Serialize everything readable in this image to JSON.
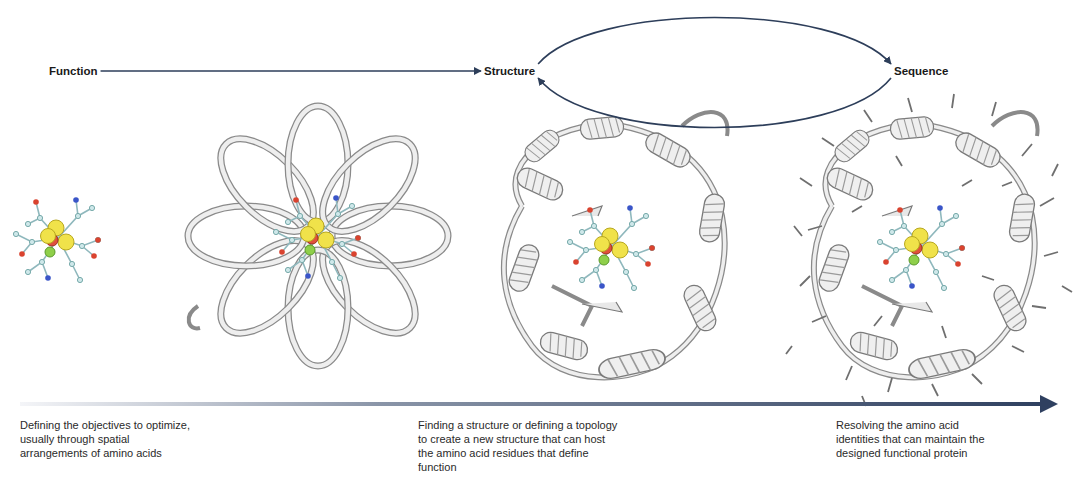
{
  "diagram": {
    "nodes": [
      {
        "text": [
          "Function"
        ]
      },
      {
        "text": [
          "Structure"
        ]
      },
      {
        "text": [
          "Sequence"
        ]
      }
    ],
    "edges": [
      {
        "from": 0,
        "to": 1,
        "arrow": "to"
      },
      {
        "from": 1,
        "to": 2,
        "arrow": "to"
      },
      {
        "from": 2,
        "to": 1,
        "arrow": "to"
      }
    ],
    "labels": [
      "Defining the objectives to optimize, usually through spatial arrangements of amino acids",
      "Finding a structure or defining a topology to create a new structure that can host the amino acid residues that define function",
      "Resolving the amino acid identities that can maintain the designed functional protein"
    ]
  }
}
